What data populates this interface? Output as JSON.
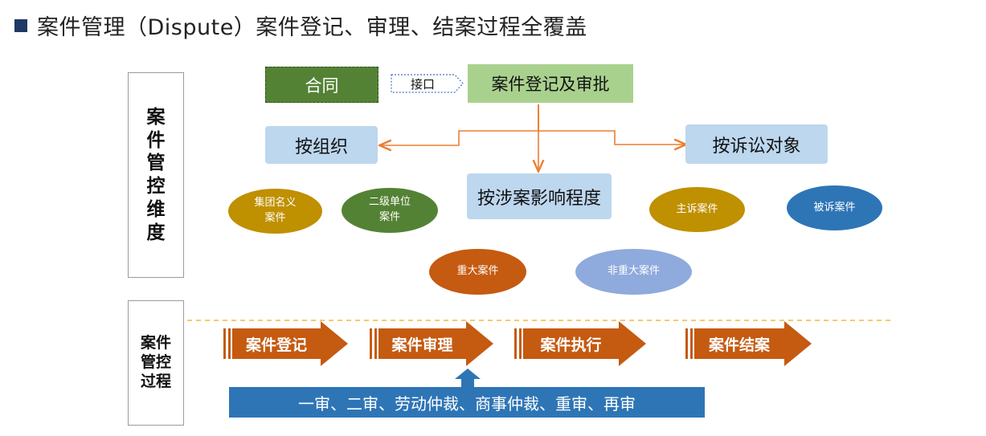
{
  "header": {
    "title": "案件管理（Dispute）案件登记、审理、结案过程全覆盖"
  },
  "sidebar": {
    "dimension_label": "案件管控维度",
    "process_label": "案件管控过程"
  },
  "top_flow": {
    "contract": "合同",
    "interface": "接口",
    "registration": "案件登记及审批"
  },
  "dimensions": {
    "by_org": "按组织",
    "by_impact": "按涉案影响程度",
    "by_party": "按诉讼对象"
  },
  "categories": {
    "group_name": "集团名义\n案件",
    "second_level": "二级单位\n案件",
    "major": "重大案件",
    "non_major": "非重大案件",
    "plaintiff": "主诉案件",
    "defendant": "被诉案件"
  },
  "process_steps": [
    "案件登记",
    "案件审理",
    "案件执行",
    "案件结案"
  ],
  "trial_types": "一审、二审、劳动仲裁、商事仲裁、重审、再审",
  "colors": {
    "title_bullet": "#1f3864",
    "contract_green": "#548235",
    "light_green": "#a9d18e",
    "light_blue": "#bdd7ee",
    "mustard": "#bf9000",
    "dark_green": "#548235",
    "rust": "#c55a11",
    "periwinkle": "#8faadc",
    "steel_blue": "#2e75b6",
    "connector": "#ed7d31",
    "dashed_line": "#f4b942"
  }
}
